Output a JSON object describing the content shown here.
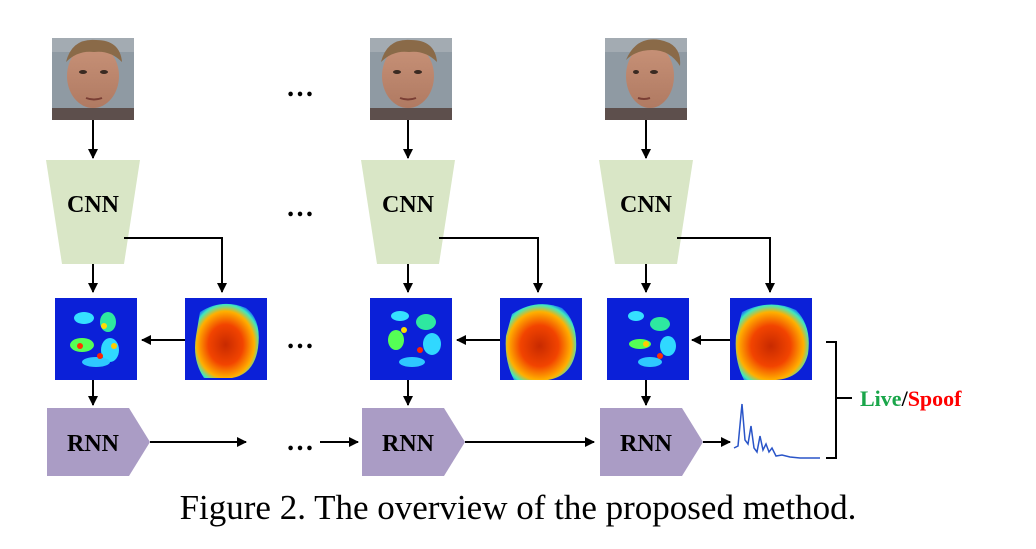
{
  "figure": {
    "caption": "Figure 2. The overview of the proposed method.",
    "ellipsis": "…"
  },
  "cnn_label": "CNN",
  "rnn_label": "RNN",
  "output": {
    "live_label": "Live",
    "slash": "/",
    "spoof_label": "Spoof"
  },
  "colors": {
    "cnn_fill": "#d9e6c6",
    "rnn_fill": "#aa9cc5",
    "live": "#1aa64a",
    "spoof": "#ff0000",
    "map_blue": "#0b20d8",
    "signal": "#2a55c8"
  },
  "icons": {
    "face_frame": "face-photo-icon",
    "depth_map": "depth-map-icon",
    "feature_map": "feature-map-icon",
    "signal": "rppg-signal-icon"
  }
}
